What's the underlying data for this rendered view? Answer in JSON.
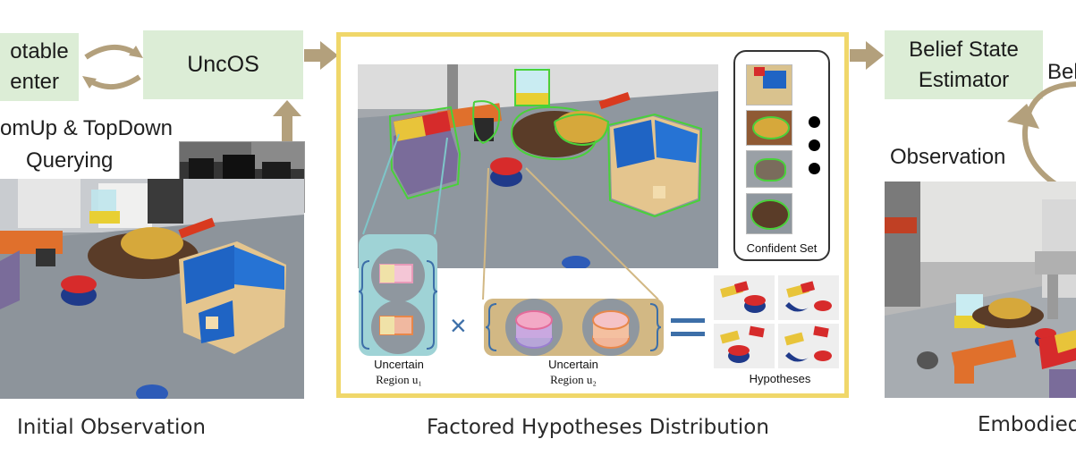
{
  "left": {
    "box1_line1": "otable",
    "box1_line2": "enter",
    "box2_label": "UncOS",
    "query_line1": "omUp & TopDown",
    "query_line2": "Querying",
    "caption": "Initial Observation"
  },
  "center": {
    "caption": "Factored Hypotheses Distribution",
    "confident_set_label": "Confident Set",
    "uncertain1_line1": "Uncertain",
    "uncertain1_line2": "Region u₁",
    "uncertain2_line1": "Uncertain",
    "uncertain2_line2": "Region u₂",
    "times_symbol": "×",
    "hypotheses_label": "Hypotheses",
    "frame_color": "#f0d76a"
  },
  "right": {
    "box_line1": "Belief State",
    "box_line2": "Estimator",
    "partial_label": "Bel",
    "observation_label": "Observation",
    "caption": "Embodied"
  },
  "colors": {
    "box_fill": "#dcedd6",
    "arrow": "#b3a07c",
    "frame": "#f0d76a",
    "outline_green": "#49d13a",
    "cyan_box": "#9fd3d6",
    "tan_box": "#d2b884"
  }
}
